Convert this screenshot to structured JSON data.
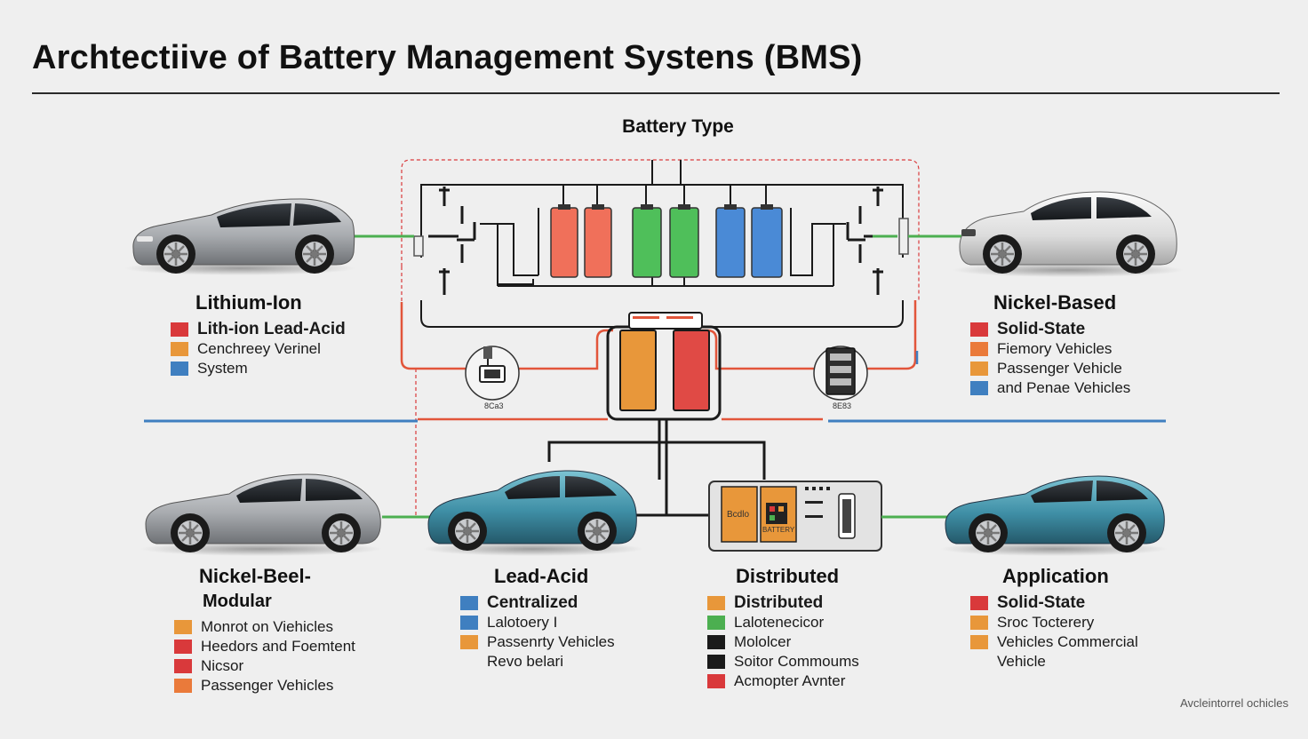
{
  "title": "Archtectiive of Battery Management Systens (BMS)",
  "center_label": "Battery Type",
  "colors": {
    "red": "#d9393b",
    "orange": "#e8973a",
    "orange2": "#ea7a3a",
    "blue": "#3f7fc0",
    "green": "#4caf50",
    "dark": "#1a1a1a",
    "cell_red": "#f0705a",
    "cell_green": "#4fbf5a",
    "cell_blue": "#4a8ad6",
    "teal_car": "#4a9bb0",
    "silver_car": "#b8babd"
  },
  "module_labels": {
    "left": "8Ca3",
    "right": "8E83",
    "controller": "Bcdlo",
    "controller2": "BATTERY"
  },
  "groups": {
    "top_left": {
      "heading": "Lithium-Ion",
      "items": [
        {
          "color": "red",
          "text": "Lith-ion Lead-Acid",
          "strong": true
        },
        {
          "color": "orange",
          "text": "Cenchreey Verinel"
        },
        {
          "color": "blue",
          "text": "System"
        }
      ]
    },
    "top_right": {
      "heading": "Nickel-Based",
      "items": [
        {
          "color": "red",
          "text": "Solid-State",
          "strong": true
        },
        {
          "color": "orange2",
          "text": "Fiemory Vehicles"
        },
        {
          "color": "orange",
          "text": "Passenger Vehicle"
        },
        {
          "color": "blue",
          "text": "and Penae Vehicles"
        }
      ]
    },
    "bottom_1": {
      "heading": "Nickel-Beel-",
      "subheading": "Modular",
      "items": [
        {
          "color": "orange",
          "text": "Monrot on Viehicles"
        },
        {
          "color": "red",
          "text": "Heedors and Foemtent"
        },
        {
          "color": "red",
          "text": "Nicsor"
        },
        {
          "color": "orange2",
          "text": "Passenger Vehicles"
        }
      ]
    },
    "bottom_2": {
      "heading": "Lead-Acid",
      "items": [
        {
          "color": "blue",
          "text": "Centralized",
          "strong": true
        },
        {
          "color": "blue",
          "text": "Lalotoery I"
        },
        {
          "color": "orange",
          "text": "Passenrty Vehicles"
        },
        {
          "color": "none",
          "text": "Revo belari"
        }
      ]
    },
    "bottom_3": {
      "heading": "Distributed",
      "items": [
        {
          "color": "orange",
          "text": "Distributed",
          "strong": true
        },
        {
          "color": "green",
          "text": "Lalotenecicor"
        },
        {
          "color": "dark",
          "text": "Mololcer"
        },
        {
          "color": "dark",
          "text": "Soitor Commoums"
        },
        {
          "color": "red",
          "text": "Acmopter Avnter"
        }
      ]
    },
    "bottom_4": {
      "heading": "Application",
      "items": [
        {
          "color": "red",
          "text": "Solid-State",
          "strong": true
        },
        {
          "color": "orange",
          "text": "Sroc Tocterery"
        },
        {
          "color": "orange",
          "text": "Vehicles Commercial"
        },
        {
          "color": "none",
          "text": "Vehicle"
        }
      ]
    }
  },
  "footnote": "Avcleintorrel ochicles"
}
